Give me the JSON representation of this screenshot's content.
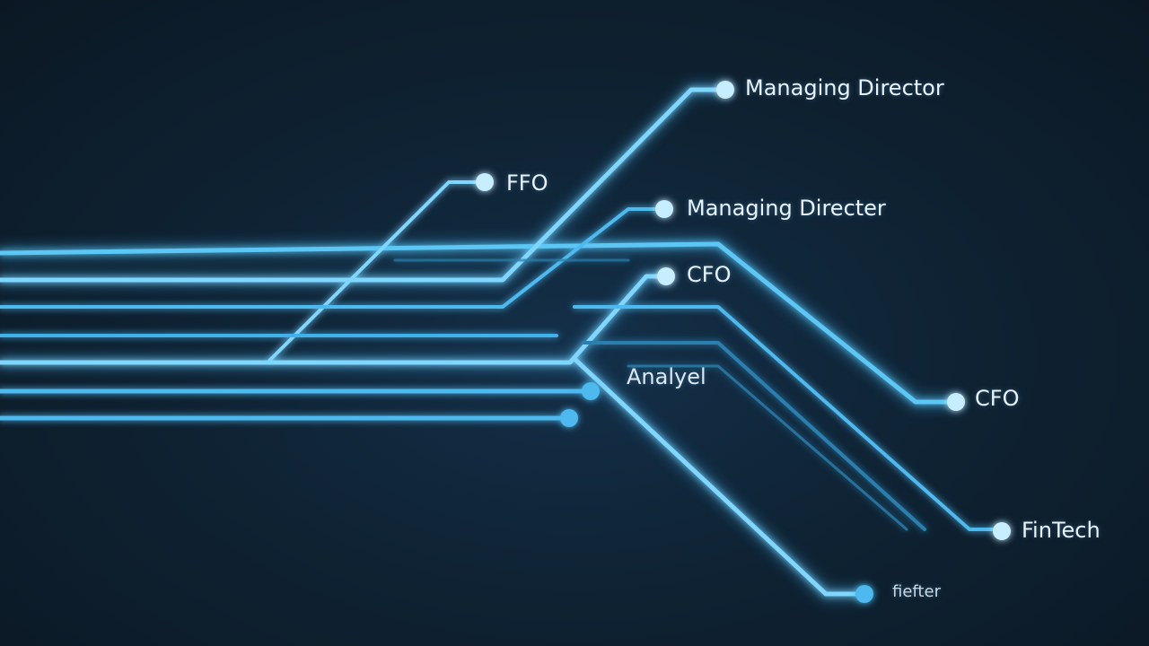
{
  "colors": {
    "background": "#0f2334",
    "line_bright": "#7fd6ff",
    "line_mid": "#3fb1ea",
    "line_dim": "#2a7fae",
    "node": "#bfeaff",
    "label": "#e8f4fb"
  },
  "labels": {
    "managing_director_top": "Managing Director",
    "ffo": "FFO",
    "managing_directer": "Managing Directer",
    "cfo_upper": "CFO",
    "analyst": "Analyel",
    "cfo_right": "CFO",
    "fintech": "FinTech",
    "bottom": "fiefter"
  }
}
